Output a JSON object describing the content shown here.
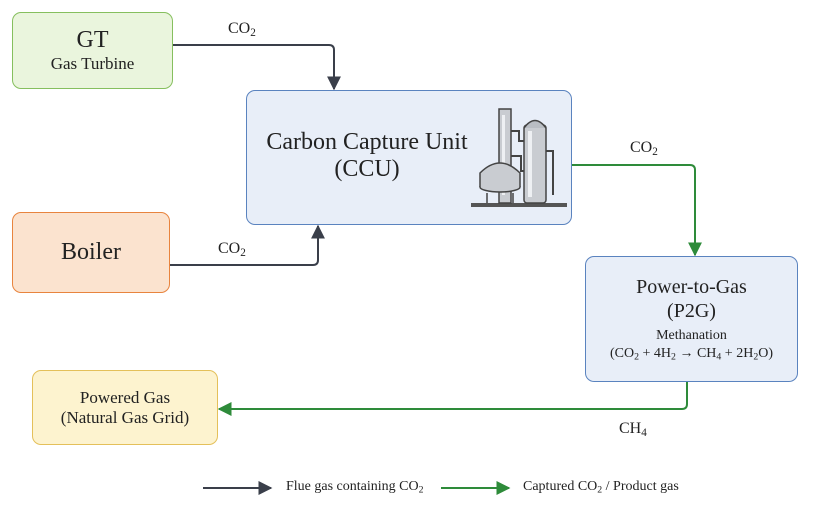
{
  "nodes": {
    "gt": {
      "title": "GT",
      "subtitle": "Gas Turbine"
    },
    "boiler": {
      "title": "Boiler"
    },
    "ccu": {
      "title": "Carbon Capture Unit",
      "subtitle": "(CCU)"
    },
    "p2g": {
      "title": "Power-to-Gas",
      "subtitle": "(P2G)",
      "process": "Methanation",
      "reaction": {
        "open": "(CO",
        "s1": "2",
        "mid1": " + 4H",
        "s2": "2",
        "mid2": " → CH",
        "s3": "4",
        "mid3": " + 2H",
        "s4": "2",
        "close": "O)"
      }
    },
    "powered_gas": {
      "title": "Powered Gas",
      "subtitle": "(Natural Gas Grid)"
    }
  },
  "edges": {
    "gt_ccu": {
      "base": "CO",
      "sub": "2"
    },
    "boiler_ccu": {
      "base": "CO",
      "sub": "2"
    },
    "ccu_p2g": {
      "base": "CO",
      "sub": "2"
    },
    "p2g_pg": {
      "base": "CH",
      "sub": "4"
    }
  },
  "legend": {
    "flue": {
      "text": "Flue gas containing CO",
      "sub": "2"
    },
    "captured": {
      "pre": "Captured CO",
      "sub": "2",
      "post": " / Product gas"
    }
  },
  "colors": {
    "flue_arrow": "#3a3f4a",
    "captured_arrow": "#2e8b3a"
  },
  "icons": {
    "ccu": "industrial-plant-icon"
  }
}
